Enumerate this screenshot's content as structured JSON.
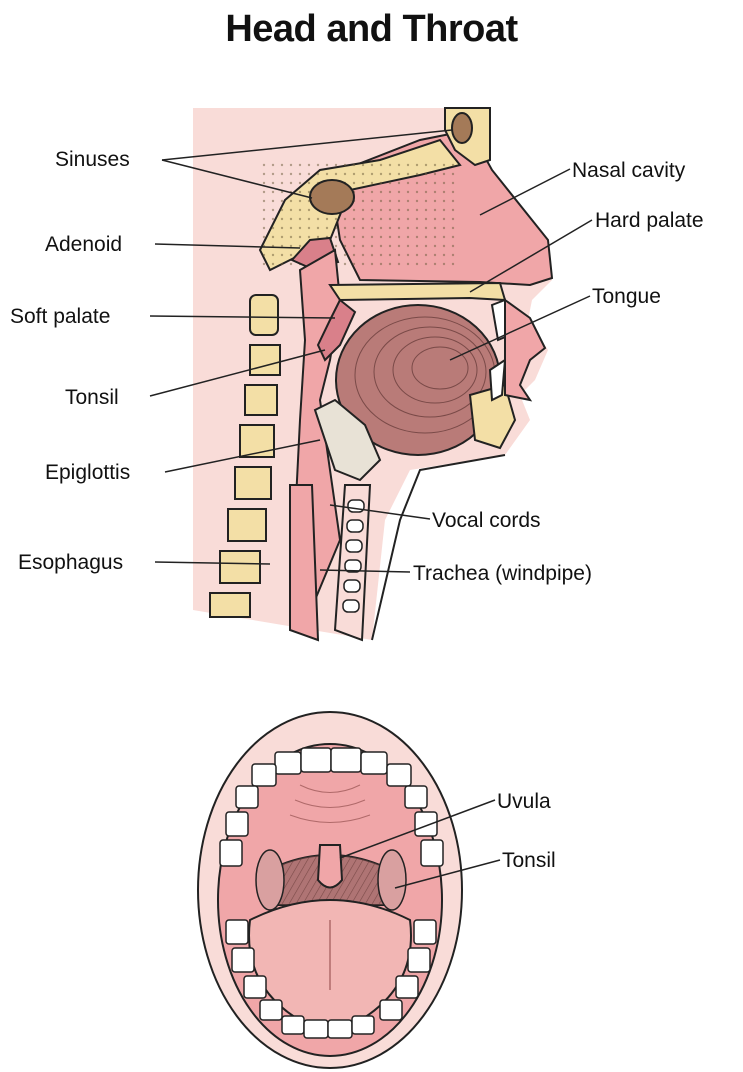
{
  "title": "Head and Throat",
  "labels": {
    "sinuses": "Sinuses",
    "adenoid": "Adenoid",
    "soft_palate": "Soft palate",
    "tonsil": "Tonsil",
    "epiglottis": "Epiglottis",
    "esophagus": "Esophagus",
    "nasal_cavity": "Nasal cavity",
    "hard_palate": "Hard palate",
    "tongue": "Tongue",
    "vocal_cords": "Vocal cords",
    "trachea": "Trachea (windpipe)",
    "uvula": "Uvula",
    "mouth_tonsil": "Tonsil"
  },
  "colors": {
    "background_skin": "#f9dcd8",
    "tissue_pink": "#f0a6a8",
    "bone": "#f3dfa6",
    "tongue": "#b97b78",
    "throat_dark": "#7a4a48",
    "outline": "#222222"
  }
}
